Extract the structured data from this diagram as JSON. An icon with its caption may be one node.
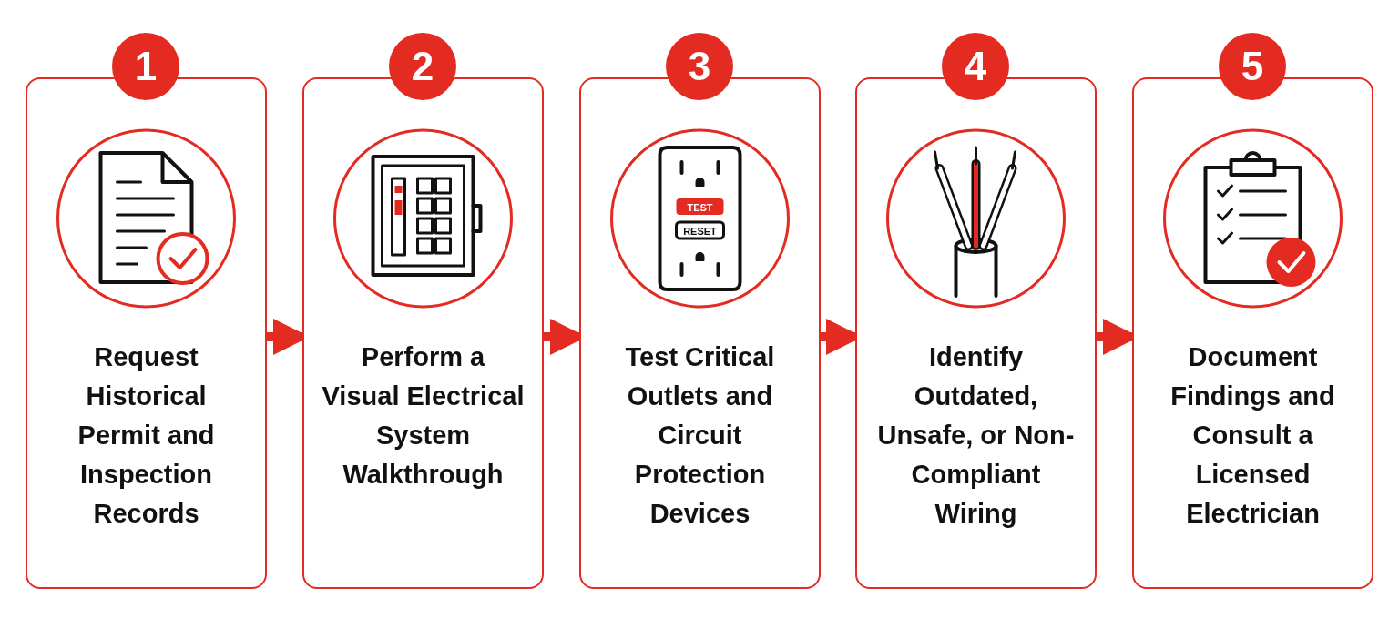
{
  "diagram": {
    "nodes": [
      {
        "text": [
          "1",
          "Request Historical Permit and Inspection Records"
        ]
      },
      {
        "text": [
          "2",
          "Perform a Visual Electrical System Walkthrough"
        ]
      },
      {
        "text": [
          "3",
          "Test Critical Outlets and Circuit Protection Devices"
        ]
      },
      {
        "text": [
          "4",
          "Identify Outdated, Unsafe, or Non-Compliant Wiring"
        ]
      },
      {
        "text": [
          "5",
          "Document Findings and Consult a Licensed Electrician"
        ]
      }
    ],
    "edges": [
      {
        "from": 0,
        "to": 1,
        "arrow": "to"
      },
      {
        "from": 1,
        "to": 2,
        "arrow": "to"
      },
      {
        "from": 2,
        "to": 3,
        "arrow": "to"
      },
      {
        "from": 3,
        "to": 4,
        "arrow": "to"
      }
    ],
    "labels": [
      "TEST",
      "RESET"
    ]
  }
}
